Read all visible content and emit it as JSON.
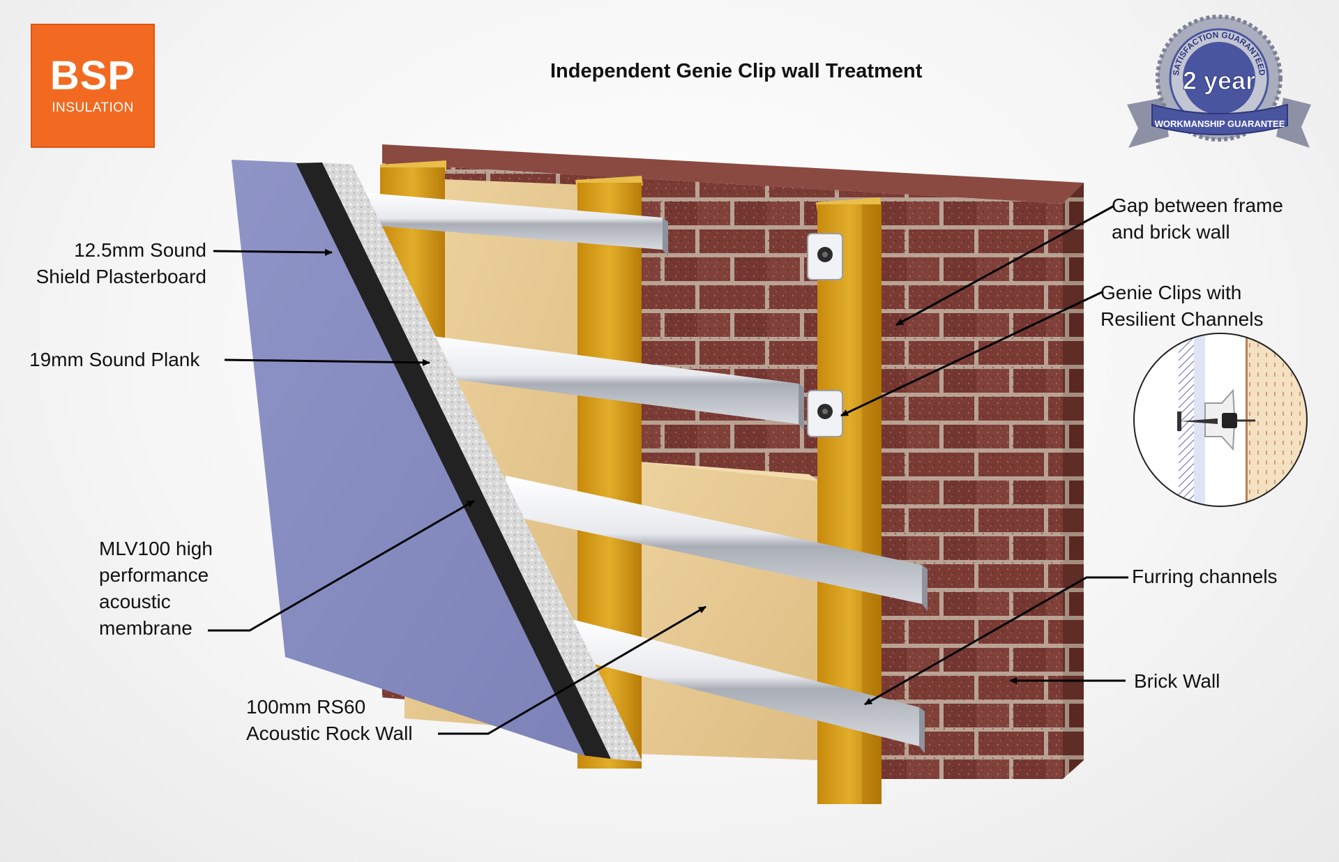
{
  "logo": {
    "brand": "BSP",
    "tagline": "INSULATION"
  },
  "title": "Independent Genie Clip wall Treatment",
  "badge": {
    "arc_text": "SATISFACTION GUARANTEED",
    "main": "2 year",
    "ribbon": "WORKMANSHIP GUARANTEE"
  },
  "labels": {
    "plasterboard": [
      "12.5mm Sound",
      "Shield Plasterboard"
    ],
    "sound_plank": [
      "19mm Sound Plank"
    ],
    "mlv": [
      "MLV100 high",
      "performance",
      "acoustic",
      "membrane"
    ],
    "rock_wall": [
      "100mm RS60",
      "Acoustic Rock Wall"
    ],
    "gap": [
      "Gap between frame",
      "and brick wall"
    ],
    "genie_clips": [
      "Genie Clips with",
      "Resilient Channels"
    ],
    "furring": [
      "Furring channels"
    ],
    "brick_wall": [
      "Brick Wall"
    ]
  },
  "colors": {
    "logo_orange": "#f26a21",
    "plasterboard": "#8a90c2",
    "membrane": "#222222",
    "sound_plank": "#d8d8d8",
    "insulation": "#e6c88e",
    "timber": "#d19a14",
    "brick": "#7a3b34",
    "mortar": "#b9a394",
    "channel": "#e4e6ea",
    "badge_silver": "#a9adbd",
    "badge_blue": "#4a55a0"
  }
}
